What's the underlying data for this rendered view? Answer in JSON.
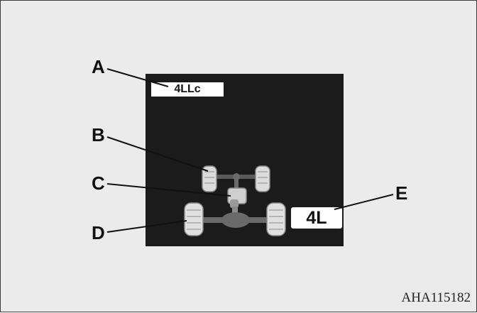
{
  "callouts": {
    "a": "A",
    "b": "B",
    "c": "C",
    "d": "D",
    "e": "E"
  },
  "display": {
    "mode_indicator": "4LLc",
    "range_indicator": "4L"
  },
  "figure_code": "AHA115182",
  "colors": {
    "background": "#ebebeb",
    "display_bg": "#1b1b1b",
    "indicator_bg": "#ffffff",
    "drivetrain_lit": "#d9d9d9",
    "drivetrain_dim": "#5a5a5a"
  }
}
